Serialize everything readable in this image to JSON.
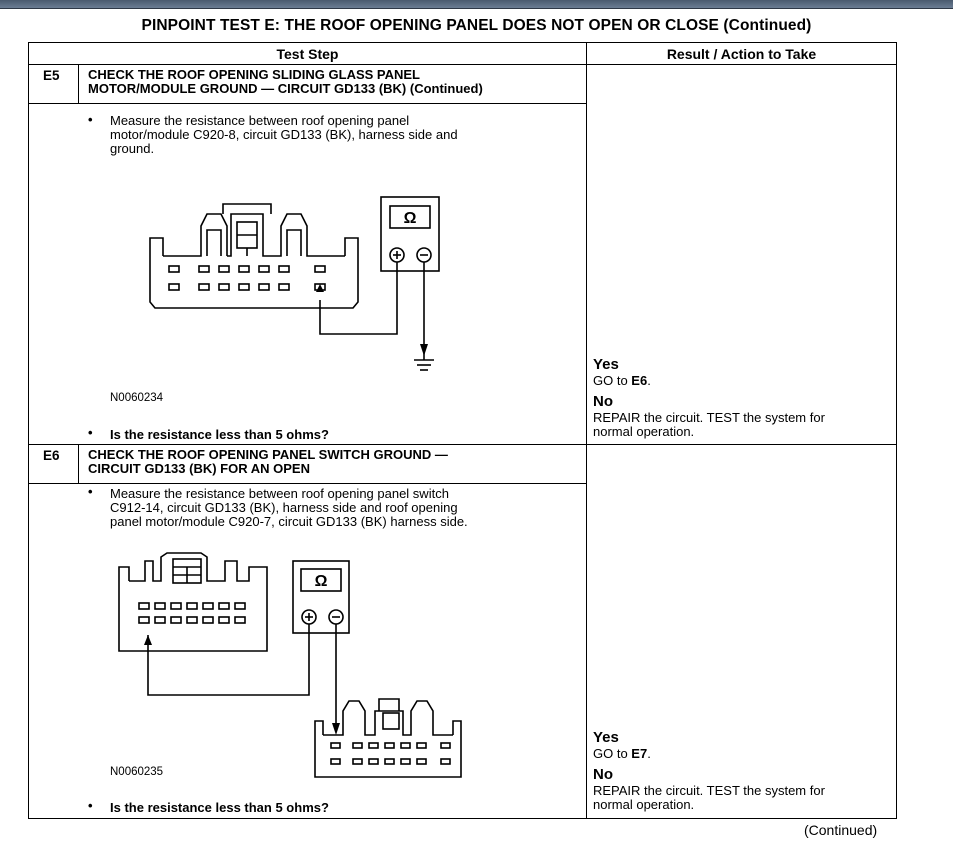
{
  "page_title": "PINPOINT TEST  E: THE ROOF OPENING PANEL DOES NOT OPEN OR CLOSE (Continued)",
  "table": {
    "header_test_step": "Test Step",
    "header_result": "Result / Action to Take"
  },
  "steps": [
    {
      "id": "E5",
      "title_line1": "CHECK THE ROOF OPENING SLIDING GLASS PANEL",
      "title_line2": "MOTOR/MODULE GROUND — CIRCUIT GD133 (BK) (Continued)",
      "instruction_line1": "Measure the resistance between roof opening panel",
      "instruction_line2": "motor/module C920-8, circuit GD133 (BK), harness side and",
      "instruction_line3": "ground.",
      "figure_code": "N0060234",
      "meter_symbol": "Ω",
      "question": "Is the resistance less than 5 ohms?",
      "yes_label": "Yes",
      "yes_go": "GO to ",
      "yes_target": "E6",
      "yes_period": ".",
      "no_label": "No",
      "no_line1": "REPAIR the circuit. TEST the system for",
      "no_line2": "normal operation."
    },
    {
      "id": "E6",
      "title_line1": "CHECK THE ROOF OPENING PANEL SWITCH GROUND —",
      "title_line2": "CIRCUIT GD133 (BK) FOR AN OPEN",
      "instruction_line1": "Measure the resistance between roof opening panel switch",
      "instruction_line2": "C912-14, circuit GD133 (BK), harness side and roof opening",
      "instruction_line3": "panel motor/module C920-7, circuit GD133 (BK) harness side.",
      "figure_code": "N0060235",
      "meter_symbol": "Ω",
      "question": "Is the resistance less than 5 ohms?",
      "yes_label": "Yes",
      "yes_go": "GO to ",
      "yes_target": "E7",
      "yes_period": ".",
      "no_label": "No",
      "no_line1": "REPAIR the circuit. TEST the system for",
      "no_line2": "normal operation."
    }
  ],
  "footer_continued": "(Continued)"
}
